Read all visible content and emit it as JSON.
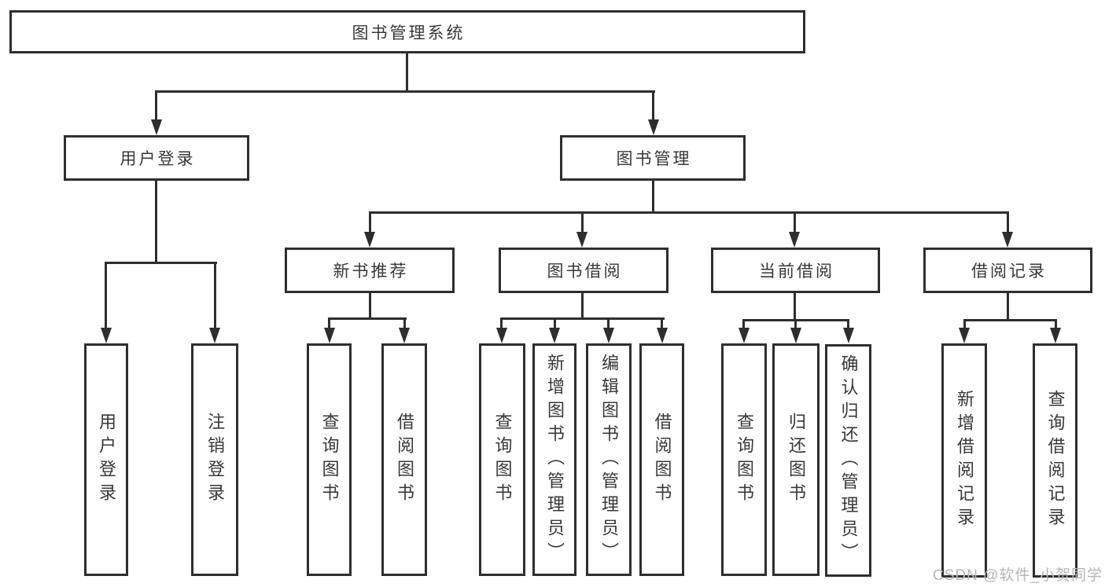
{
  "tree": {
    "label": "图书管理系统",
    "children": [
      {
        "label": "用户登录",
        "children": [
          {
            "label": "用户登录"
          },
          {
            "label": "注销登录"
          }
        ]
      },
      {
        "label": "图书管理",
        "children": [
          {
            "label": "新书推荐",
            "children": [
              {
                "label": "查询图书"
              },
              {
                "label": "借阅图书"
              }
            ]
          },
          {
            "label": "图书借阅",
            "children": [
              {
                "label": "查询图书"
              },
              {
                "label": "新增图书（管理员）"
              },
              {
                "label": "编辑图书（管理员）"
              },
              {
                "label": "借阅图书"
              }
            ]
          },
          {
            "label": "当前借阅",
            "children": [
              {
                "label": "查询图书"
              },
              {
                "label": "归还图书"
              },
              {
                "label": "确认归还（管理员）"
              }
            ]
          },
          {
            "label": "借阅记录",
            "children": [
              {
                "label": "新增借阅记录"
              },
              {
                "label": "查询借阅记录"
              }
            ]
          }
        ]
      }
    ]
  },
  "watermark": {
    "text": "CSDN @软件_小贺同学"
  },
  "colors": {
    "line": "#2e2e2e",
    "text": "#383838",
    "background": "#ffffff",
    "watermark": "#b6b6b6"
  }
}
